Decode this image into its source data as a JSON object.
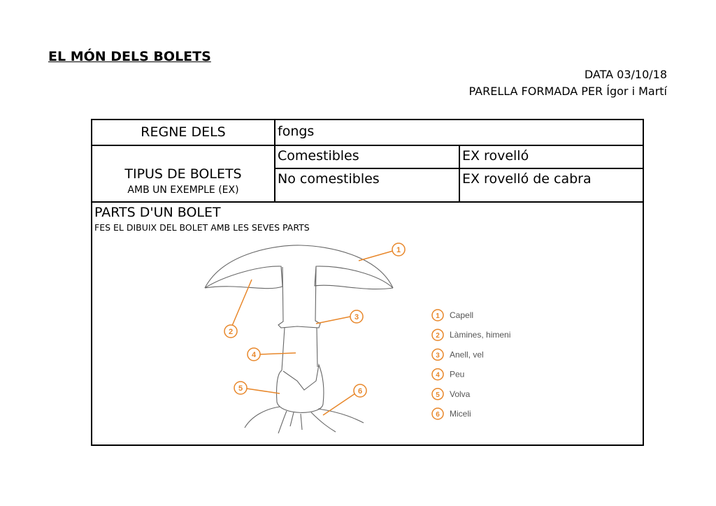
{
  "title": "EL MÓN DELS BOLETS",
  "date": "DATA 03/10/18",
  "pair": "PARELLA FORMADA PER Ígor i Martí",
  "table": {
    "row1": {
      "label": "REGNE DELS",
      "value": "fongs"
    },
    "row2": {
      "label": "TIPUS DE BOLETS",
      "sublabel": "AMB UN EXEMPLE (EX)",
      "rows": [
        {
          "type": "Comestibles",
          "example": "EX rovelló"
        },
        {
          "type": "No comestibles",
          "example": "EX rovelló de cabra"
        }
      ]
    },
    "row3": {
      "label": "PARTS D'UN BOLET",
      "instruction": "FES EL DIBUIX DEL BOLET AMB LES SEVES PARTS"
    }
  },
  "diagram": {
    "accent": "#e8872a",
    "legend": [
      {
        "n": "1",
        "label": "Capell"
      },
      {
        "n": "2",
        "label": "Làmines, himeni"
      },
      {
        "n": "3",
        "label": "Anell, vel"
      },
      {
        "n": "4",
        "label": "Peu"
      },
      {
        "n": "5",
        "label": "Volva"
      },
      {
        "n": "6",
        "label": "Miceli"
      }
    ]
  }
}
